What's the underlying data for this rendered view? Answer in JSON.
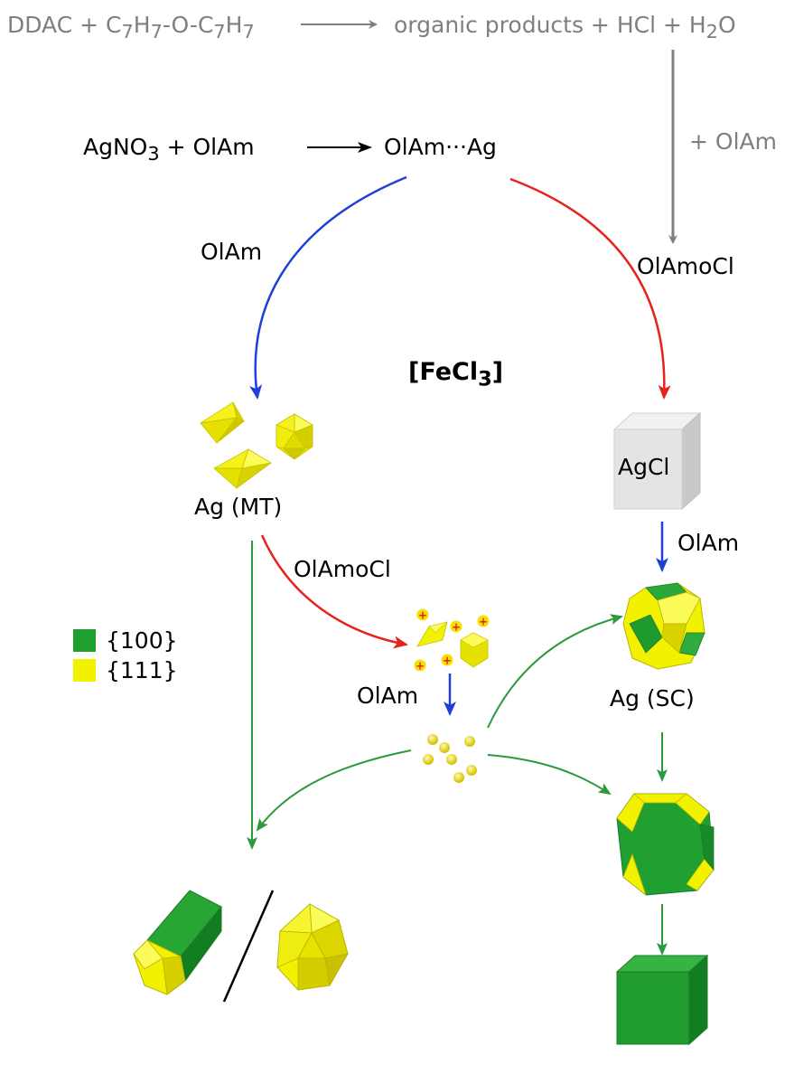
{
  "top_reaction": {
    "reactants": {
      "a": "DDAC + C",
      "sub1": "7",
      "b": "H",
      "sub2": "7",
      "c": "-O-C",
      "sub3": "7",
      "d": "H",
      "sub4": "7"
    },
    "products": {
      "a": "organic products + HCl + H",
      "sub": "2",
      "b": "O"
    }
  },
  "side_label_olam": "+ OlAm",
  "precursor": {
    "a": "AgNO",
    "sub": "3",
    "b": " + OlAm"
  },
  "complex": "OlAm···Ag",
  "left_arc_label": "OlAm",
  "right_arc_label": "OlAmoCl",
  "catalyst": {
    "a": "[FeCl",
    "sub": "3",
    "b": "]"
  },
  "agcl_label": "AgCl",
  "ag_mt_label": "Ag (MT)",
  "agcl_step_label": "OlAm",
  "etch_label": "OlAmoCl",
  "nuclei_label": "OlAm",
  "ag_sc_label": "Ag (SC)",
  "legend": [
    {
      "label": "{100}",
      "color": "#1fa02e"
    },
    {
      "label": "{111}",
      "color": "#f2f200"
    }
  ],
  "colors": {
    "grey_arrow": "#7f7f7f",
    "blue_arrow": "#1f3fd9",
    "red_arrow": "#e8211d",
    "green_arrow": "#2b9a3c",
    "ion_plus": "#e8211d"
  }
}
